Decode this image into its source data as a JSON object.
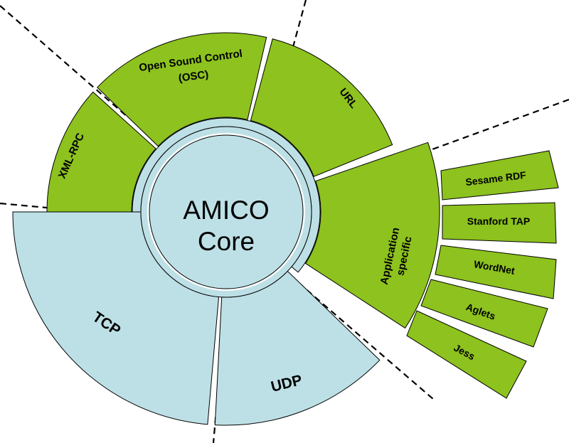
{
  "colors": {
    "green": "#8dc21f",
    "light_blue": "#bde0e6",
    "background": "#ffffff",
    "outline": "#000000"
  },
  "core": {
    "line1": "AMICO",
    "line2": "Core"
  },
  "transport": {
    "tcp": "TCP",
    "udp": "UDP"
  },
  "protocols": {
    "xml_rpc": "XML-RPC",
    "osc_line1": "Open Sound Control",
    "osc_line2": "(OSC)",
    "url": "URL",
    "app_line1": "Application",
    "app_line2": "specific"
  },
  "applications": [
    "Sesame RDF",
    "Stanford TAP",
    "WordNet",
    "Aglets",
    "Jess"
  ]
}
